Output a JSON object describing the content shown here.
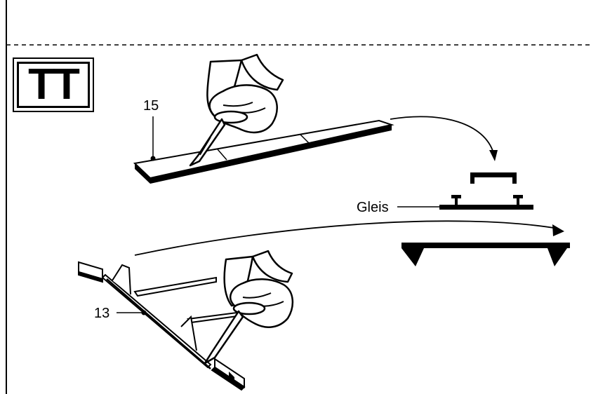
{
  "badge": {
    "text": "TT"
  },
  "labels": {
    "part_15": "15",
    "track": "Gleis",
    "part_13": "13"
  },
  "colors": {
    "ink": "#000000",
    "paper": "#ffffff"
  },
  "icons": [
    "hand-with-knife-icon",
    "curved-arrow-icon"
  ]
}
